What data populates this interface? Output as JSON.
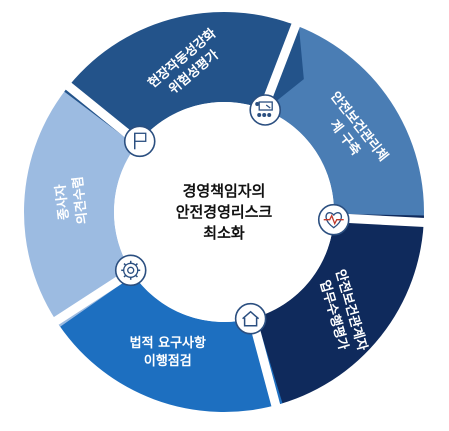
{
  "center": {
    "lines": [
      "경영책임자의",
      "안전경영리스크",
      "최소화"
    ]
  },
  "segments": [
    {
      "key": "system",
      "lines": [
        "안전보건관리체",
        "계 구축"
      ],
      "color": "#4a7db4",
      "icon": "heart-monitor-icon"
    },
    {
      "key": "evaluation",
      "lines": [
        "안전보건관계자",
        "업무수행평가"
      ],
      "color": "#0f2a5c",
      "icon": "home-icon"
    },
    {
      "key": "legal",
      "lines": [
        "법적 요구사항",
        "이행점검"
      ],
      "color": "#1d6fc0",
      "icon": "gear-icon"
    },
    {
      "key": "workers",
      "lines": [
        "종사자",
        "의견수렴"
      ],
      "color": "#9cbbe1",
      "icon": "flag-icon"
    },
    {
      "key": "site",
      "lines": [
        "현장작동성강화",
        "위험성평가"
      ],
      "color": "#23538a",
      "icon": "presentation-icon"
    }
  ]
}
